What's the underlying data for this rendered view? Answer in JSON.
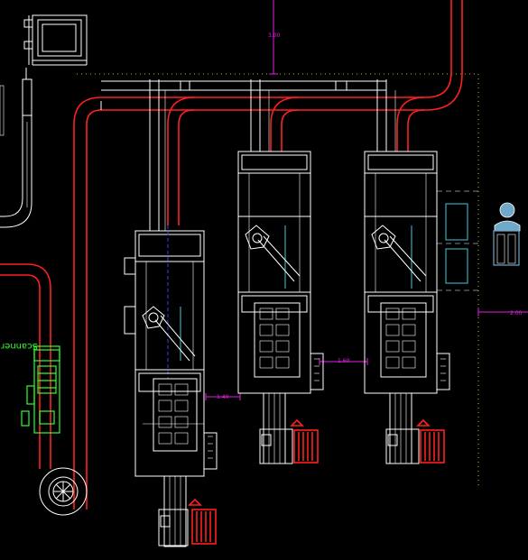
{
  "drawing": {
    "background": "#000000",
    "colors": {
      "line": "#ffffff",
      "conveyor": "#ff2020",
      "dimension": "#e020e0",
      "boundary": "#e8e840",
      "scanner": "#30ff30",
      "accent": "#40c8d8",
      "guide": "#3040ff"
    }
  },
  "dimensions": {
    "top": "3.00",
    "right": "2.00",
    "between_units": "1.60",
    "left_unit": "1.40"
  },
  "scanner": {
    "label": "Scanner",
    "icon": "scanner-icon"
  },
  "operator": {
    "icon": "operator-figure-icon"
  }
}
